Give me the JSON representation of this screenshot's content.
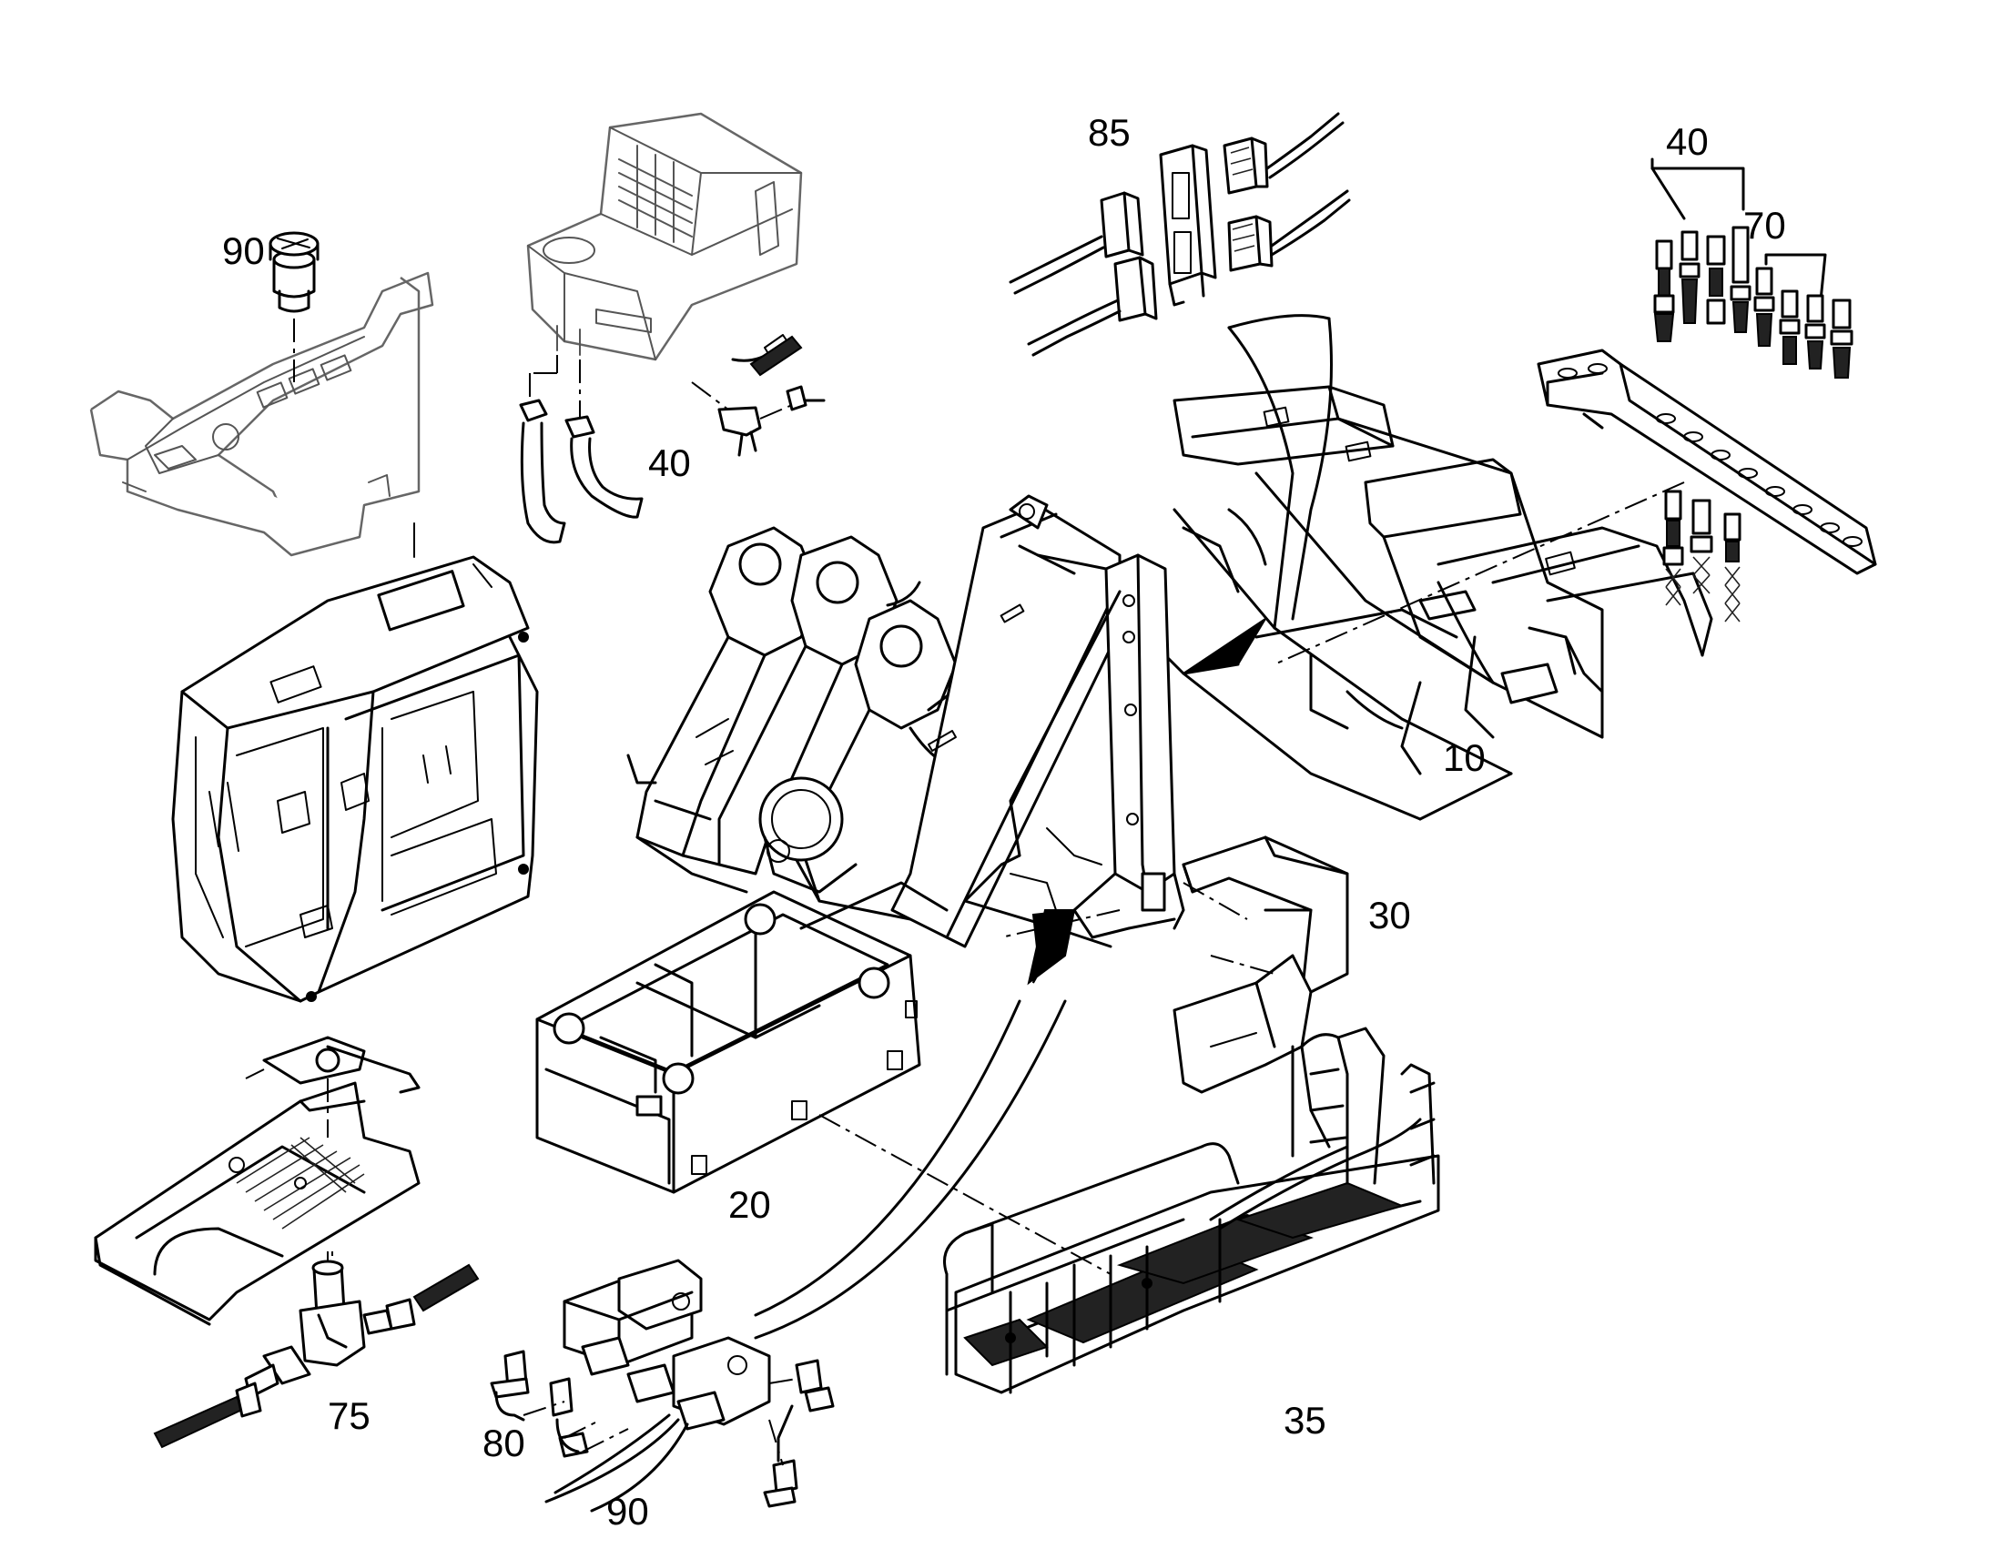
{
  "callouts": [
    {
      "id": "c90_top",
      "text": "90"
    },
    {
      "id": "c40_top",
      "text": "40"
    },
    {
      "id": "c85",
      "text": "85"
    },
    {
      "id": "c40_right",
      "text": "40"
    },
    {
      "id": "c70",
      "text": "70"
    },
    {
      "id": "c10",
      "text": "10"
    },
    {
      "id": "c30",
      "text": "30"
    },
    {
      "id": "c20",
      "text": "20"
    },
    {
      "id": "c75",
      "text": "75"
    },
    {
      "id": "c80",
      "text": "80"
    },
    {
      "id": "c90_bottom",
      "text": "90"
    },
    {
      "id": "c35",
      "text": "35"
    }
  ]
}
